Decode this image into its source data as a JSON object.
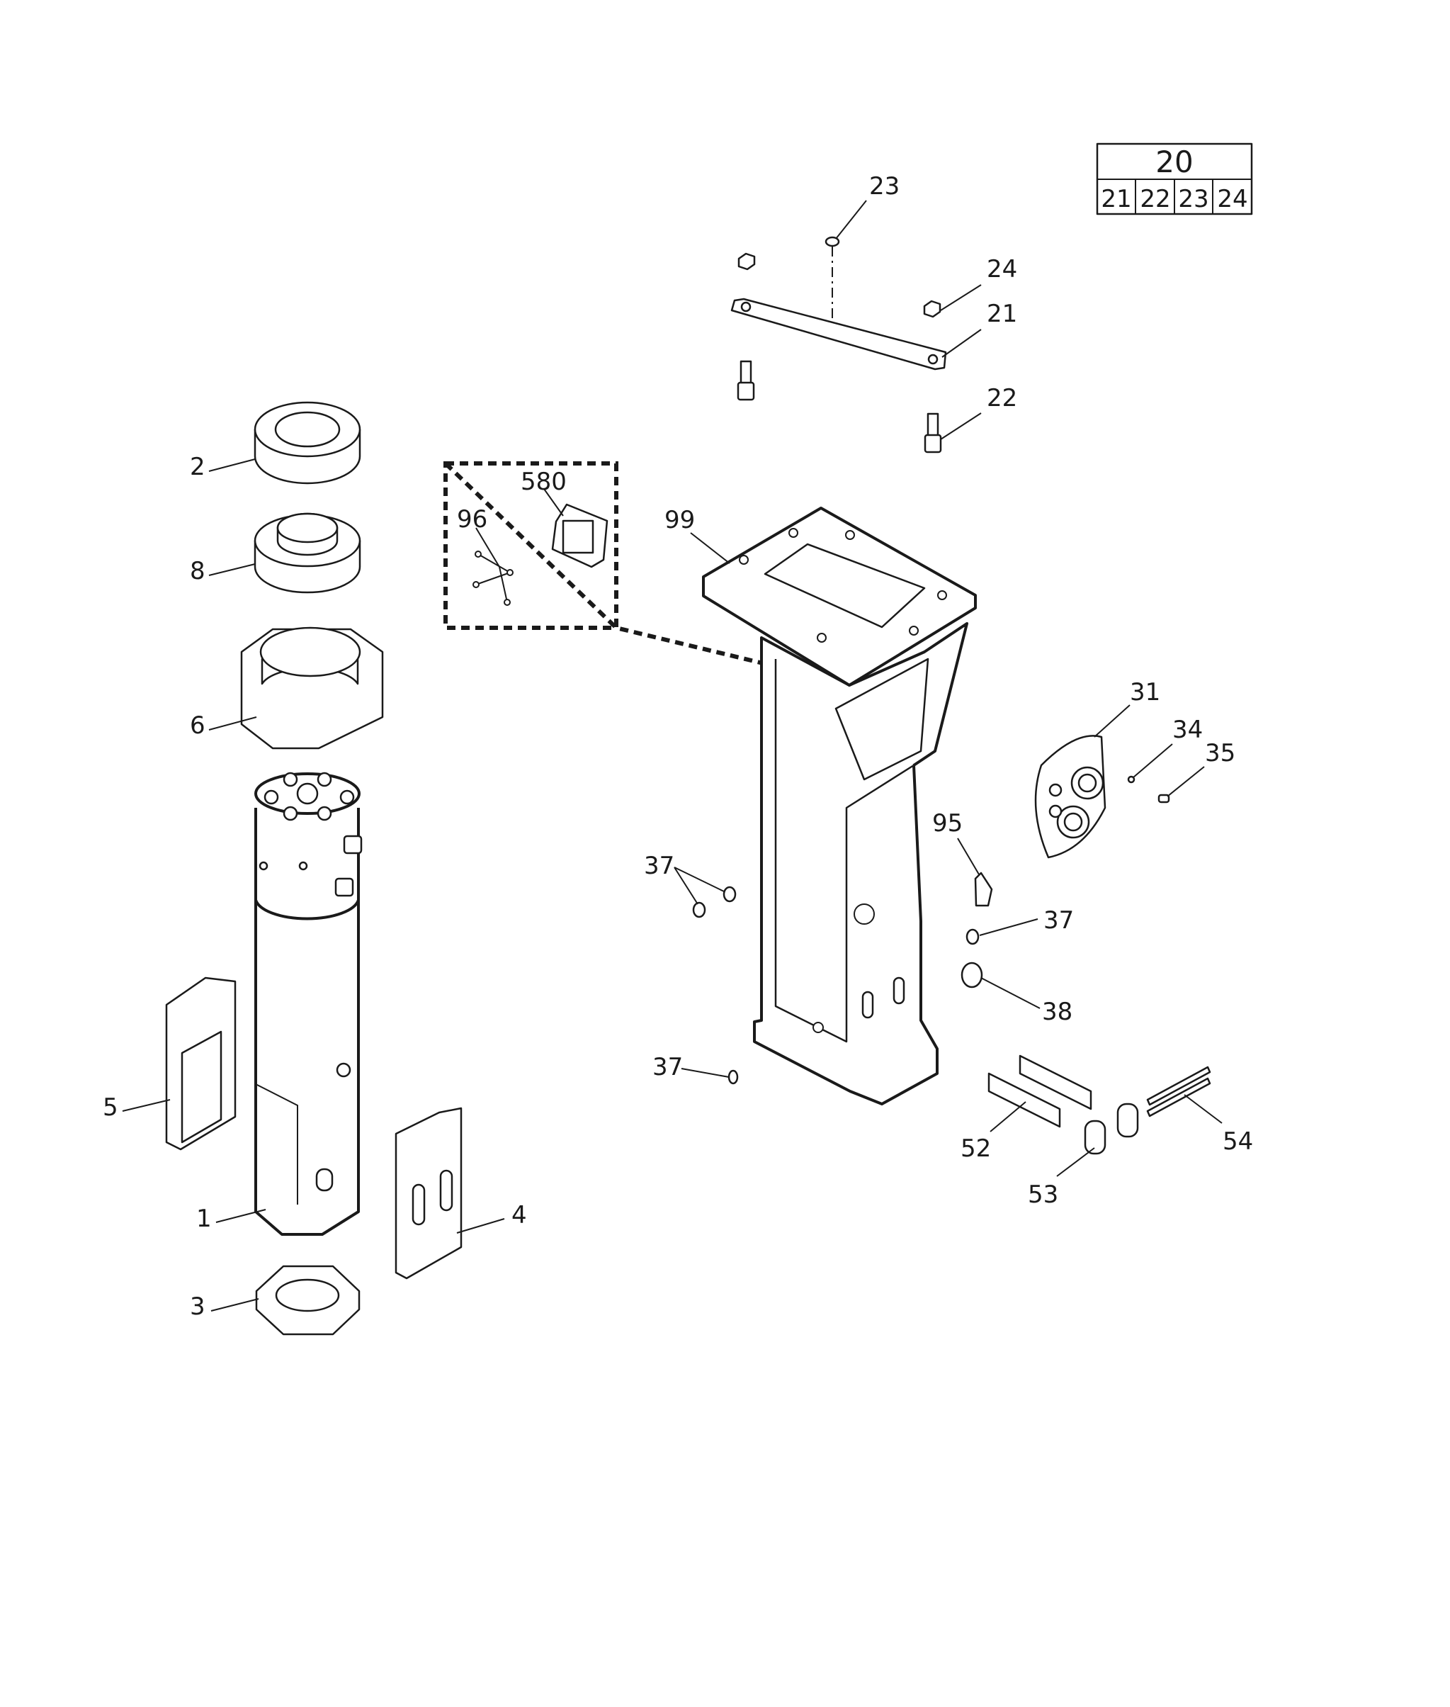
{
  "reference_table": {
    "kit": "20",
    "items": [
      "21",
      "22",
      "23",
      "24"
    ]
  },
  "callouts": {
    "c1": "1",
    "c2": "2",
    "c3": "3",
    "c4": "4",
    "c5": "5",
    "c6": "6",
    "c8": "8",
    "c21": "21",
    "c22": "22",
    "c23": "23",
    "c24": "24",
    "c31": "31",
    "c34": "34",
    "c35": "35",
    "c37a": "37",
    "c37b": "37",
    "c37c": "37",
    "c38": "38",
    "c52": "52",
    "c53": "53",
    "c54": "54",
    "c95": "95",
    "c96": "96",
    "c99": "99",
    "c580": "580"
  },
  "colors": {
    "line": "#1a1a1a",
    "background": "#ffffff"
  }
}
